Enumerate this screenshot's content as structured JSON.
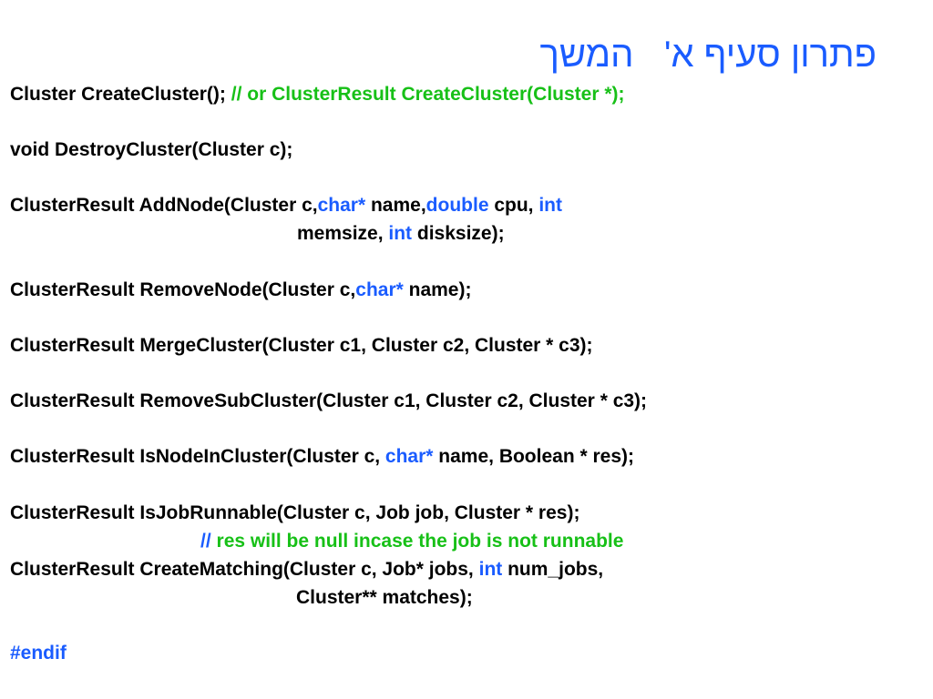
{
  "colors": {
    "title": "#1a5cff",
    "keyword": "#1a5cff",
    "comment": "#17c017",
    "text": "#000000",
    "background": "#ffffff"
  },
  "title": "פתרון סעיף א'   המשך",
  "lines": {
    "create_cluster": {
      "text": "Cluster CreateCluster(); ",
      "comment": "// or ClusterResult CreateCluster(Cluster *);"
    },
    "destroy_cluster": {
      "text": "void DestroyCluster(Cluster c);"
    },
    "add_node": {
      "part1": "ClusterResult AddNode(Cluster c,",
      "kw1": "char*",
      "part2": " name,",
      "kw2": "double",
      "part3": " cpu, ",
      "kw3": "int"
    },
    "add_node_cont": {
      "part1": "memsize, ",
      "kw1": "int",
      "part2": " disksize);"
    },
    "remove_node": {
      "part1": "ClusterResult RemoveNode(Cluster c,",
      "kw1": "char*",
      "part2": " name);"
    },
    "merge_cluster": {
      "text": "ClusterResult MergeCluster(Cluster c1, Cluster c2, Cluster * c3);"
    },
    "remove_sub_cluster": {
      "text": "ClusterResult RemoveSubCluster(Cluster c1, Cluster c2, Cluster * c3);"
    },
    "is_node_in_cluster": {
      "part1": "ClusterResult IsNodeInCluster(Cluster c, ",
      "kw1": "char*",
      "part2": " name, Boolean * res);"
    },
    "is_job_runnable": {
      "text": "ClusterResult IsJobRunnable(Cluster c, Job job, Cluster * res);"
    },
    "is_job_runnable_comment": {
      "slashes": "// ",
      "text": "res will be null incase the job is not runnable"
    },
    "create_matching": {
      "part1": "ClusterResult CreateMatching(Cluster c, Job* jobs, ",
      "kw1": "int",
      "part2": " num_jobs,"
    },
    "create_matching_cont": {
      "text": "Cluster** matches);"
    },
    "endif": {
      "text": "#endif"
    }
  }
}
